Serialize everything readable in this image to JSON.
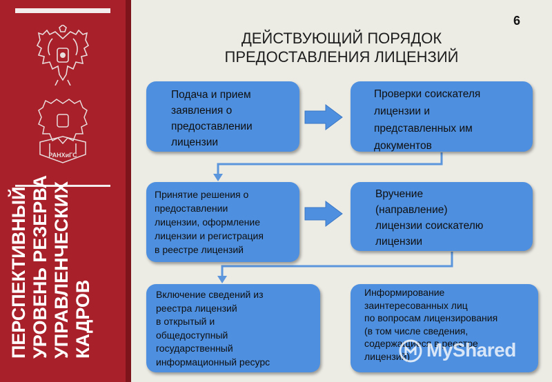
{
  "slide": {
    "page_number": "6",
    "title_line1": "ДЕЙСТВУЮЩИЙ ПОРЯДОК",
    "title_line2": "ПРЕДОСТАВЛЕНИЯ ЛИЦЕНЗИЙ"
  },
  "sidebar": {
    "text_lines": [
      "ПЕРСПЕКТИВНЫЙ",
      "УРОВЕНЬ РЕЗЕРВА",
      "УПРАВЛЕНЧЕСКИХ",
      "КАДРОВ"
    ],
    "emblem_top": "double-headed-eagle-emblem",
    "emblem_bottom": "ranhigs-emblem",
    "emblem_bottom_caption": "РАНХиГС"
  },
  "flow": {
    "step1": "Подача и прием\nзаявления о\nпредоставлении\nлицензии",
    "step2": "Проверки соискателя\nлицензии и\nпредставленных им\nдокументов",
    "step3": "Принятие решения о\nпредоставлении\nлицензии, оформление\nлицензии и регистрация\nв реестре лицензий",
    "step4": "Вручение\n(направление)\nлицензии соискателю\nлицензии",
    "step5": "Включение сведений из\nреестра лицензий\nв открытый и\nобщедоступный\nгосударственный\nинформационный ресурс",
    "step6": "Информирование\nзаинтересованных лиц\nпо вопросам лицензирования\n(в том числе сведения,\nсодержащиеся в реестре\nлицензий)"
  },
  "watermark": {
    "text": "MyShared"
  },
  "colors": {
    "sidebar": "#a8202a",
    "box": "#4e8fdf",
    "background": "#ecebe4",
    "arrow": "#4e8fdf"
  }
}
